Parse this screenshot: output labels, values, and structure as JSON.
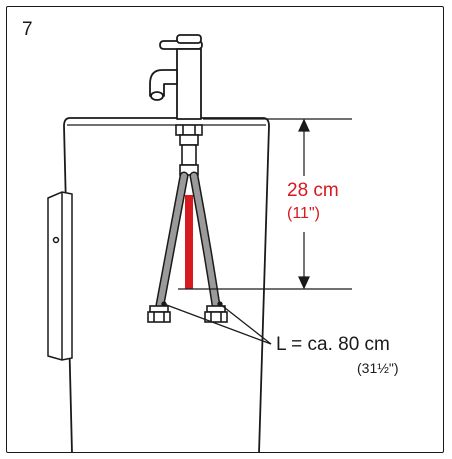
{
  "figure": {
    "step_number": "7",
    "height_dimension": {
      "metric": "28 cm",
      "imperial": "(11\")"
    },
    "hose_length": {
      "metric": "L = ca. 80 cm",
      "imperial": "(31½\")"
    }
  },
  "colors": {
    "outline": "#1a1a1a",
    "highlight_red": "#d71920",
    "hose_gray": "#9a9a9a"
  }
}
